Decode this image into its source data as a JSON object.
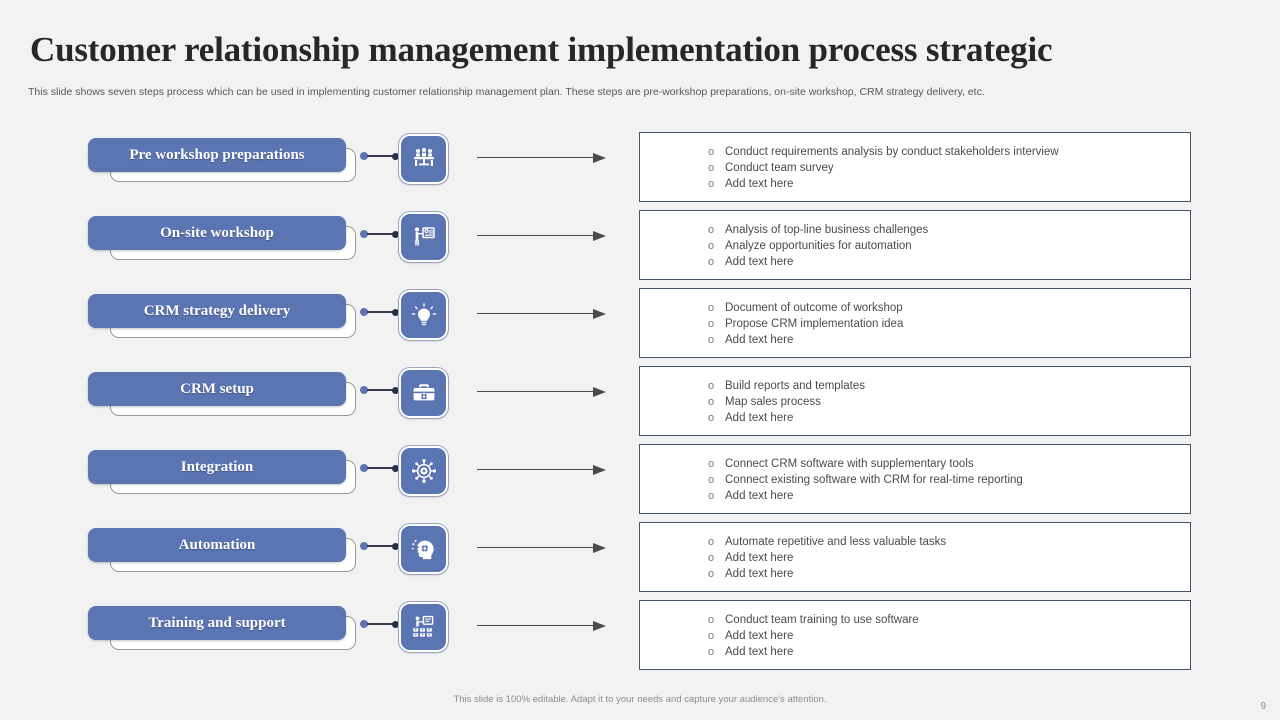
{
  "header": {
    "title": "Customer relationship management implementation process strategic",
    "subtitle": "This slide shows seven steps process which can be used in implementing customer relationship management plan. These steps are pre-workshop preparations, on-site workshop, CRM strategy delivery,  etc."
  },
  "theme": {
    "accent_blue": "#5b74b2",
    "box_border": "#44546a",
    "background": "#f2f2f2",
    "dot_navy": "#25304a"
  },
  "steps": [
    {
      "label": "Pre workshop preparations",
      "icon": "meeting-table-icon",
      "bullets": [
        "Conduct requirements  analysis by conduct stakeholders  interview",
        "Conduct team survey",
        "Add text here"
      ]
    },
    {
      "label": "On-site workshop",
      "icon": "presenter-whiteboard-icon",
      "bullets": [
        "Analysis of top-line business challenges",
        "Analyze opportunities for automation",
        "Add text here"
      ]
    },
    {
      "label": "CRM strategy delivery",
      "icon": "lightbulb-idea-icon",
      "bullets": [
        "Document of outcome of workshop",
        "Propose CRM implementation  idea",
        "Add text here"
      ]
    },
    {
      "label": "CRM setup",
      "icon": "toolbox-gear-icon",
      "bullets": [
        "Build reports and templates",
        "Map sales process",
        "Add text here"
      ]
    },
    {
      "label": "Integration",
      "icon": "network-gear-icon",
      "bullets": [
        "Connect CRM software with supplementary  tools",
        "Connect   existing software  with CRM  for real-time reporting",
        "Add text here"
      ]
    },
    {
      "label": "Automation",
      "icon": "head-gear-ai-icon",
      "bullets": [
        "Automate repetitive  and less valuable  tasks",
        "Add text here",
        "Add text here"
      ]
    },
    {
      "label": "Training and support",
      "icon": "training-classroom-icon",
      "bullets": [
        "Conduct team training to use software",
        "Add text here",
        "Add text here"
      ]
    }
  ],
  "footer": {
    "note": "This slide is 100% editable.  Adapt it to your needs and capture your audience's attention.",
    "page_number": "9"
  }
}
